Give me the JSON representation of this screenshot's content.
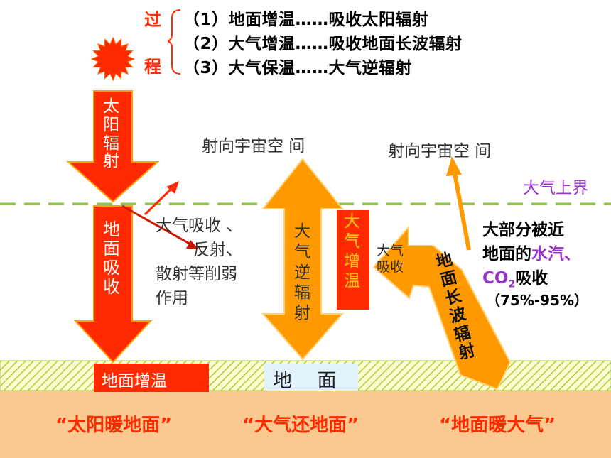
{
  "header": {
    "side_top": "过",
    "side_bottom": "程",
    "lines": [
      "（1）地面增温……吸收太阳辐射",
      "（2）大气增温……吸收地面长波辐射",
      "（3）大气保温……大气逆辐射"
    ]
  },
  "solar_radiation": [
    "太",
    "阳",
    "辐",
    "射"
  ],
  "ground_absorb": [
    "地",
    "面",
    "吸",
    "收"
  ],
  "weakening_label": {
    "line1": "大气吸收 、",
    "line2": "反射、",
    "line3": "散射等削弱",
    "line4": "作用"
  },
  "space_label_1": "射向宇宙空 间",
  "space_label_2": "射向宇宙空 间",
  "atmosphere_top": "大气上界",
  "counter_radiation": [
    "大",
    "气",
    "逆",
    "辐",
    "射"
  ],
  "atmo_warming": [
    "大",
    "气",
    "增",
    "温"
  ],
  "atmo_absorb": [
    "大气",
    "吸收"
  ],
  "ground_longwave": [
    "地",
    "面",
    "长",
    "波",
    "辐",
    "射"
  ],
  "absorption_note": {
    "line1": "大部分被近",
    "line2_a": "地面的",
    "line2_b": "水汽、",
    "line3_co": "CO",
    "line3_sub": "2",
    "line3_c": "吸收",
    "line4": "（75%-95%）"
  },
  "ground_warming": "地面增温",
  "ground": "地　 面",
  "slogans": [
    "“太阳暖地面”",
    "“大气还地面”",
    "“地面暖大气”"
  ],
  "colors": {
    "solar_red": "#ff2a00",
    "orange": "#ff9900",
    "ground_fill": "#fbc98f",
    "hatch": "#a8cf3c",
    "dash_line": "#8cc63e",
    "purple": "#9933cc"
  }
}
